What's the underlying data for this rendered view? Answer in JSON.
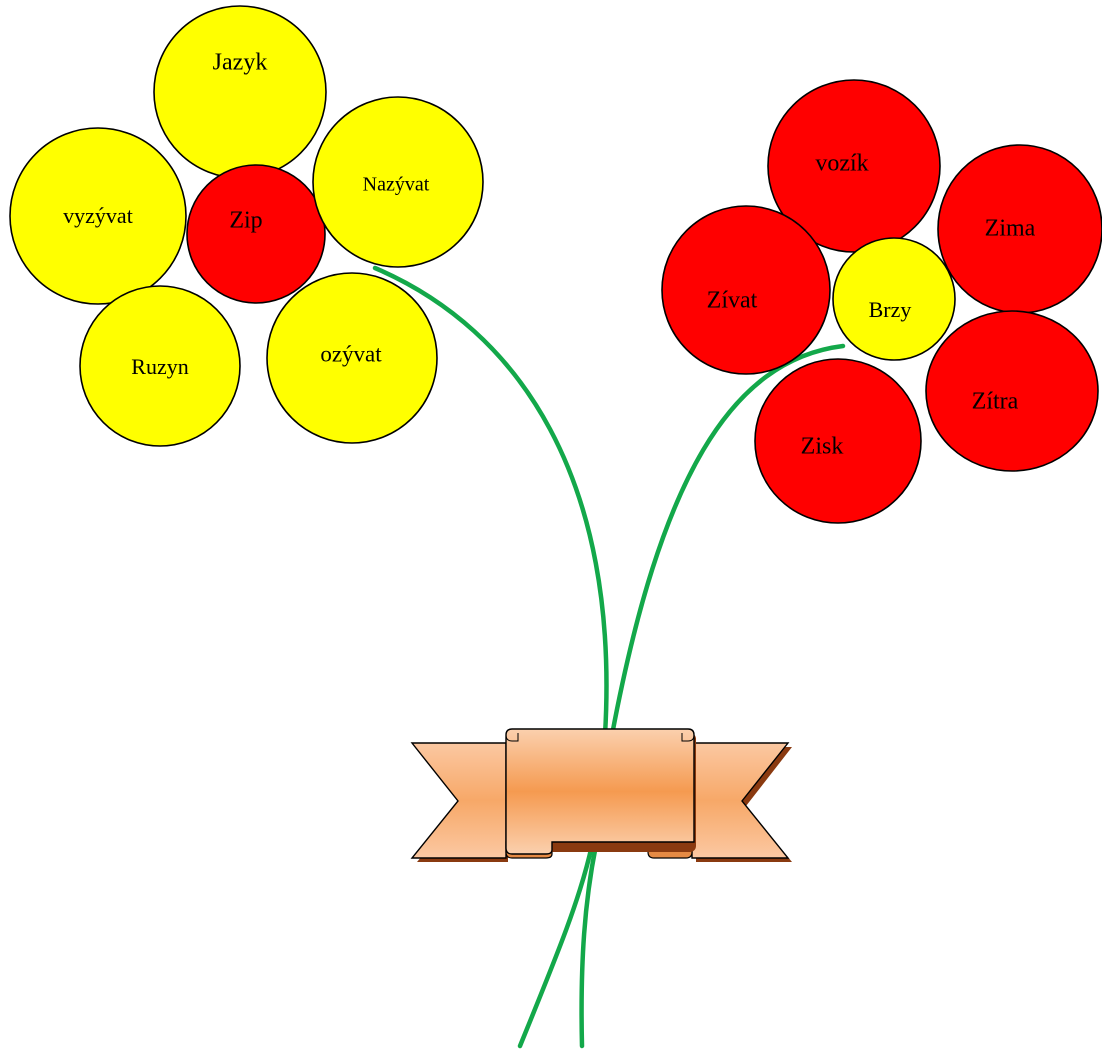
{
  "colors": {
    "yellow": "#ffff00",
    "red": "#ff0000",
    "stem": "#13a84a",
    "ribbon_light": "#fbc49a",
    "ribbon_dark": "#f5a05a",
    "ribbon_shadow": "#8a3a10"
  },
  "left_flower": {
    "center": "Zip",
    "petals": [
      "Jazyk",
      "Nazývat",
      "ozývat",
      "Ruzyn",
      "vyzývat"
    ]
  },
  "right_flower": {
    "center": "Brzy",
    "petals": [
      "vozík",
      "Zima",
      "Zítra",
      "Zisk",
      "Zívat"
    ]
  }
}
